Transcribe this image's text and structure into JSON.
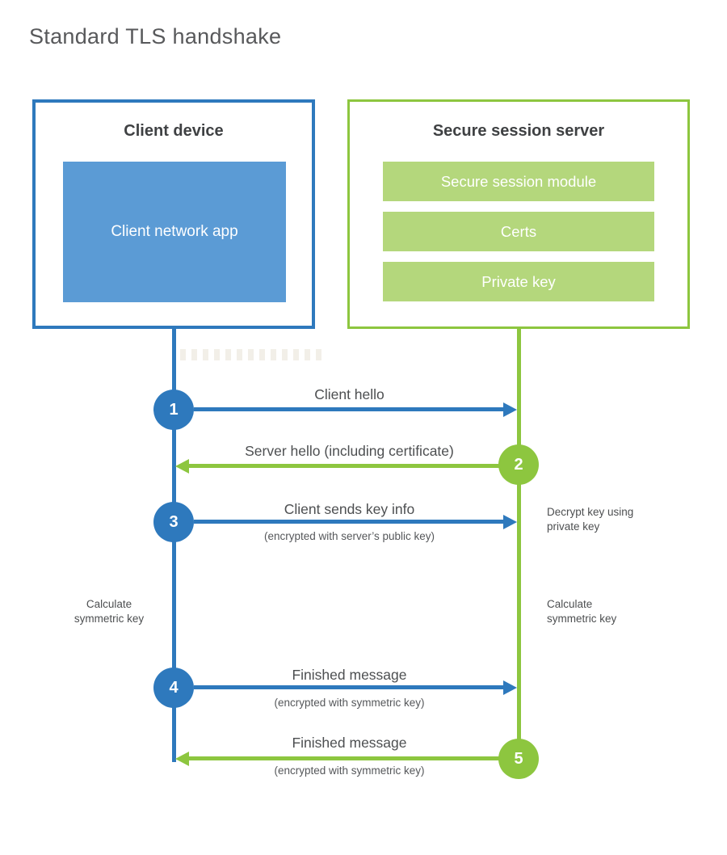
{
  "title": "Standard TLS handshake",
  "colors": {
    "blue": "#2e79bd",
    "blue_light": "#5b9bd5",
    "green": "#8dc63f",
    "green_light": "#b4d77c",
    "heading_text": "#3f4143",
    "body_text": "#4d4f51",
    "title_text": "#58595b"
  },
  "client": {
    "title": "Client device",
    "app_label": "Client network app"
  },
  "server": {
    "title": "Secure session server",
    "modules": [
      "Secure session module",
      "Certs",
      "Private key"
    ]
  },
  "steps": [
    {
      "num": "1",
      "actor": "client",
      "direction": "right",
      "label": "Client hello",
      "sublabel": ""
    },
    {
      "num": "2",
      "actor": "server",
      "direction": "left",
      "label": "Server hello (including certificate)",
      "sublabel": ""
    },
    {
      "num": "3",
      "actor": "client",
      "direction": "right",
      "label": "Client sends key info",
      "sublabel": "(encrypted with server’s public key)"
    },
    {
      "num": "4",
      "actor": "client",
      "direction": "right",
      "label": "Finished message",
      "sublabel": "(encrypted with symmetric key)"
    },
    {
      "num": "5",
      "actor": "server",
      "direction": "left",
      "label": "Finished message",
      "sublabel": "(encrypted with symmetric key)"
    }
  ],
  "notes": {
    "decrypt": {
      "line1": "Decrypt key using",
      "line2": "private key"
    },
    "calc_left": {
      "line1": "Calculate",
      "line2": "symmetric key"
    },
    "calc_right": {
      "line1": "Calculate",
      "line2": "symmetric key"
    }
  }
}
